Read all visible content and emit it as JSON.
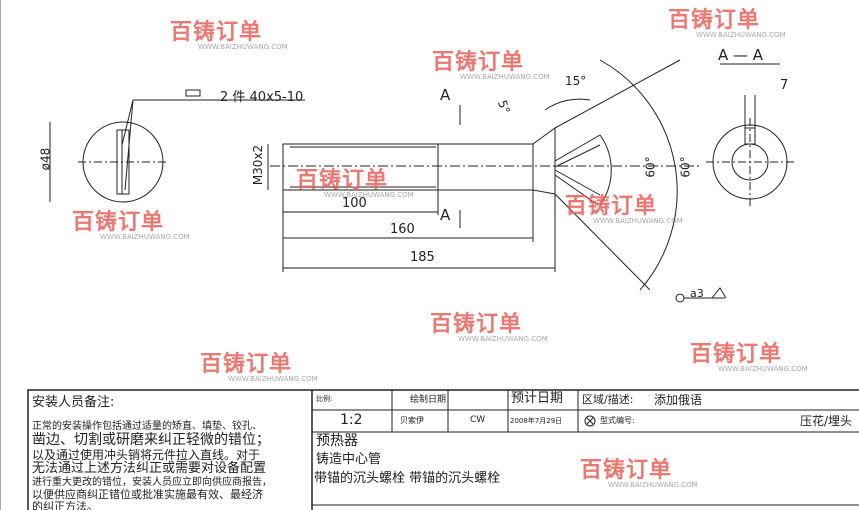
{
  "drawing": {
    "key_label": "2 件 40x5-10",
    "dia48": "ø48",
    "thread": "M30x2",
    "dim100": "100",
    "dim160": "160",
    "dim185": "185",
    "section_mark": "A",
    "angle15": "15°",
    "angle5": "5°",
    "angle60a": "60°",
    "angle60b": "60°",
    "section_title": "A — A",
    "dim7": "7",
    "weld": "a3"
  },
  "watermark": {
    "logo": "百铸订单",
    "url": "WWW.BAIZHUWANG.COM"
  },
  "notes": {
    "title": "安装人员备注:",
    "line1": "正常的安装操作包括通过适量的矫直、填垫、铰孔、",
    "line2": "凿边、切割或研磨来纠正轻微的错位；",
    "line3": "以及通过使用冲头销将元件拉入直线。对于",
    "line4": "无法通过上述方法纠正或需要对设备配置",
    "line5": "进行重大更改的错位，安装人员应立即向供应商报告，",
    "line6": "以便供应商纠正错位或批准实施最有效、最经济",
    "line7": "的纠正方法。"
  },
  "title_block": {
    "scale_label": "比例:",
    "draw_date_label": "绘制日期",
    "expected_date_label": "预计日期",
    "area_label": "区域/描述:",
    "area_value": "添加俄语",
    "scale_value": "1:2",
    "drawer": "贝索伊",
    "checker": "CW",
    "date": "2008年7月29日",
    "model_label": "型式编号:",
    "model_value": "压花/埋头",
    "name1": "预热器",
    "name2": "铸造中心管",
    "name3": "带锚的沉头螺栓 带锚的沉头螺栓"
  }
}
